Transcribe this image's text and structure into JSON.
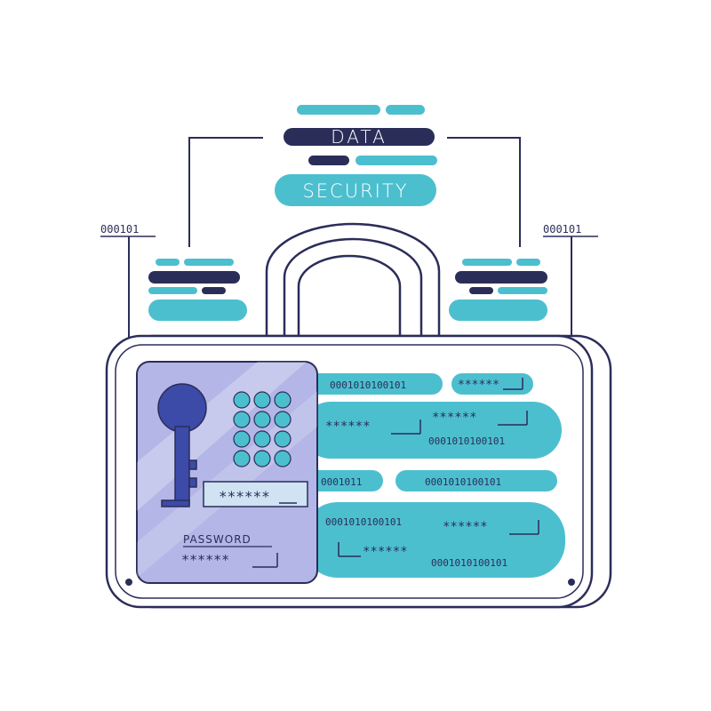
{
  "header": {
    "title_line1": "DATA",
    "title_line2": "SECURITY"
  },
  "side_labels": {
    "left": "000101",
    "right": "000101"
  },
  "panel": {
    "password_label": "PASSWORD",
    "password_mask": "******",
    "field_mask": "******",
    "keypad_keys": 12
  },
  "rows": {
    "r1_code": "0001010100101",
    "r1_mask": "******",
    "r2_mask_left": "******",
    "r2_mask_right": "******",
    "r2_code": "0001010100101",
    "r3_code_short": "0001011",
    "r3_code": "0001010100101",
    "r4_code": "0001010100101",
    "r4_mask_right": "******",
    "r4_mask_left": "******",
    "r4_code_bottom": "0001010100101"
  },
  "colors": {
    "navy": "#2b2d59",
    "teal": "#4cbfcf",
    "lavender": "#b3b6e6",
    "key_blue": "#3c4aa8",
    "white": "#ffffff"
  }
}
